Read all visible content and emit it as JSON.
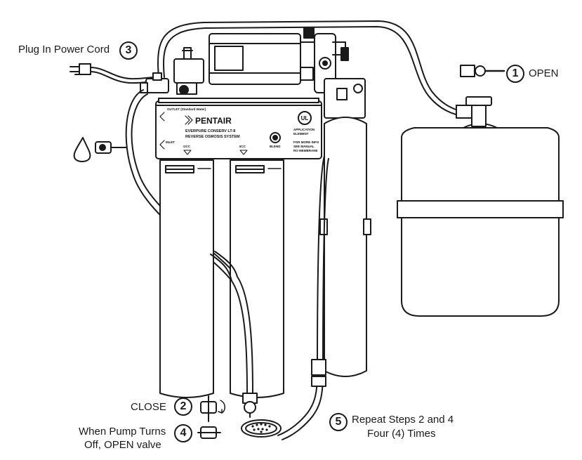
{
  "labels": {
    "plug_in": "Plug In Power Cord",
    "open": "OPEN",
    "close": "CLOSE",
    "pump_off_line1": "When Pump Turns",
    "pump_off_line2": "Off, OPEN valve",
    "repeat_line1": "Repeat Steps 2 and 4",
    "repeat_line2": "Four (4) Times"
  },
  "steps": {
    "s1": "1",
    "s2": "2",
    "s3": "3",
    "s4": "4",
    "s5": "5"
  },
  "plate": {
    "outlet": "OUTLET (Standard Water)",
    "brand": "PENTAIR",
    "model_line1": "EVERPURE  CONSERV LT-8",
    "model_line2": "REVERSE OSMOSIS SYSTEM",
    "inlet": "INLET",
    "port_left": "GCC",
    "port_right": "6CC",
    "blend": "BLEND",
    "ul": "UL",
    "approval": "APPLICATION",
    "approval_sub": "ELEMENT",
    "info1": "FOR MORE INFO",
    "info2": "SEE MANUAL",
    "info3": "RO MEMBRANE"
  }
}
